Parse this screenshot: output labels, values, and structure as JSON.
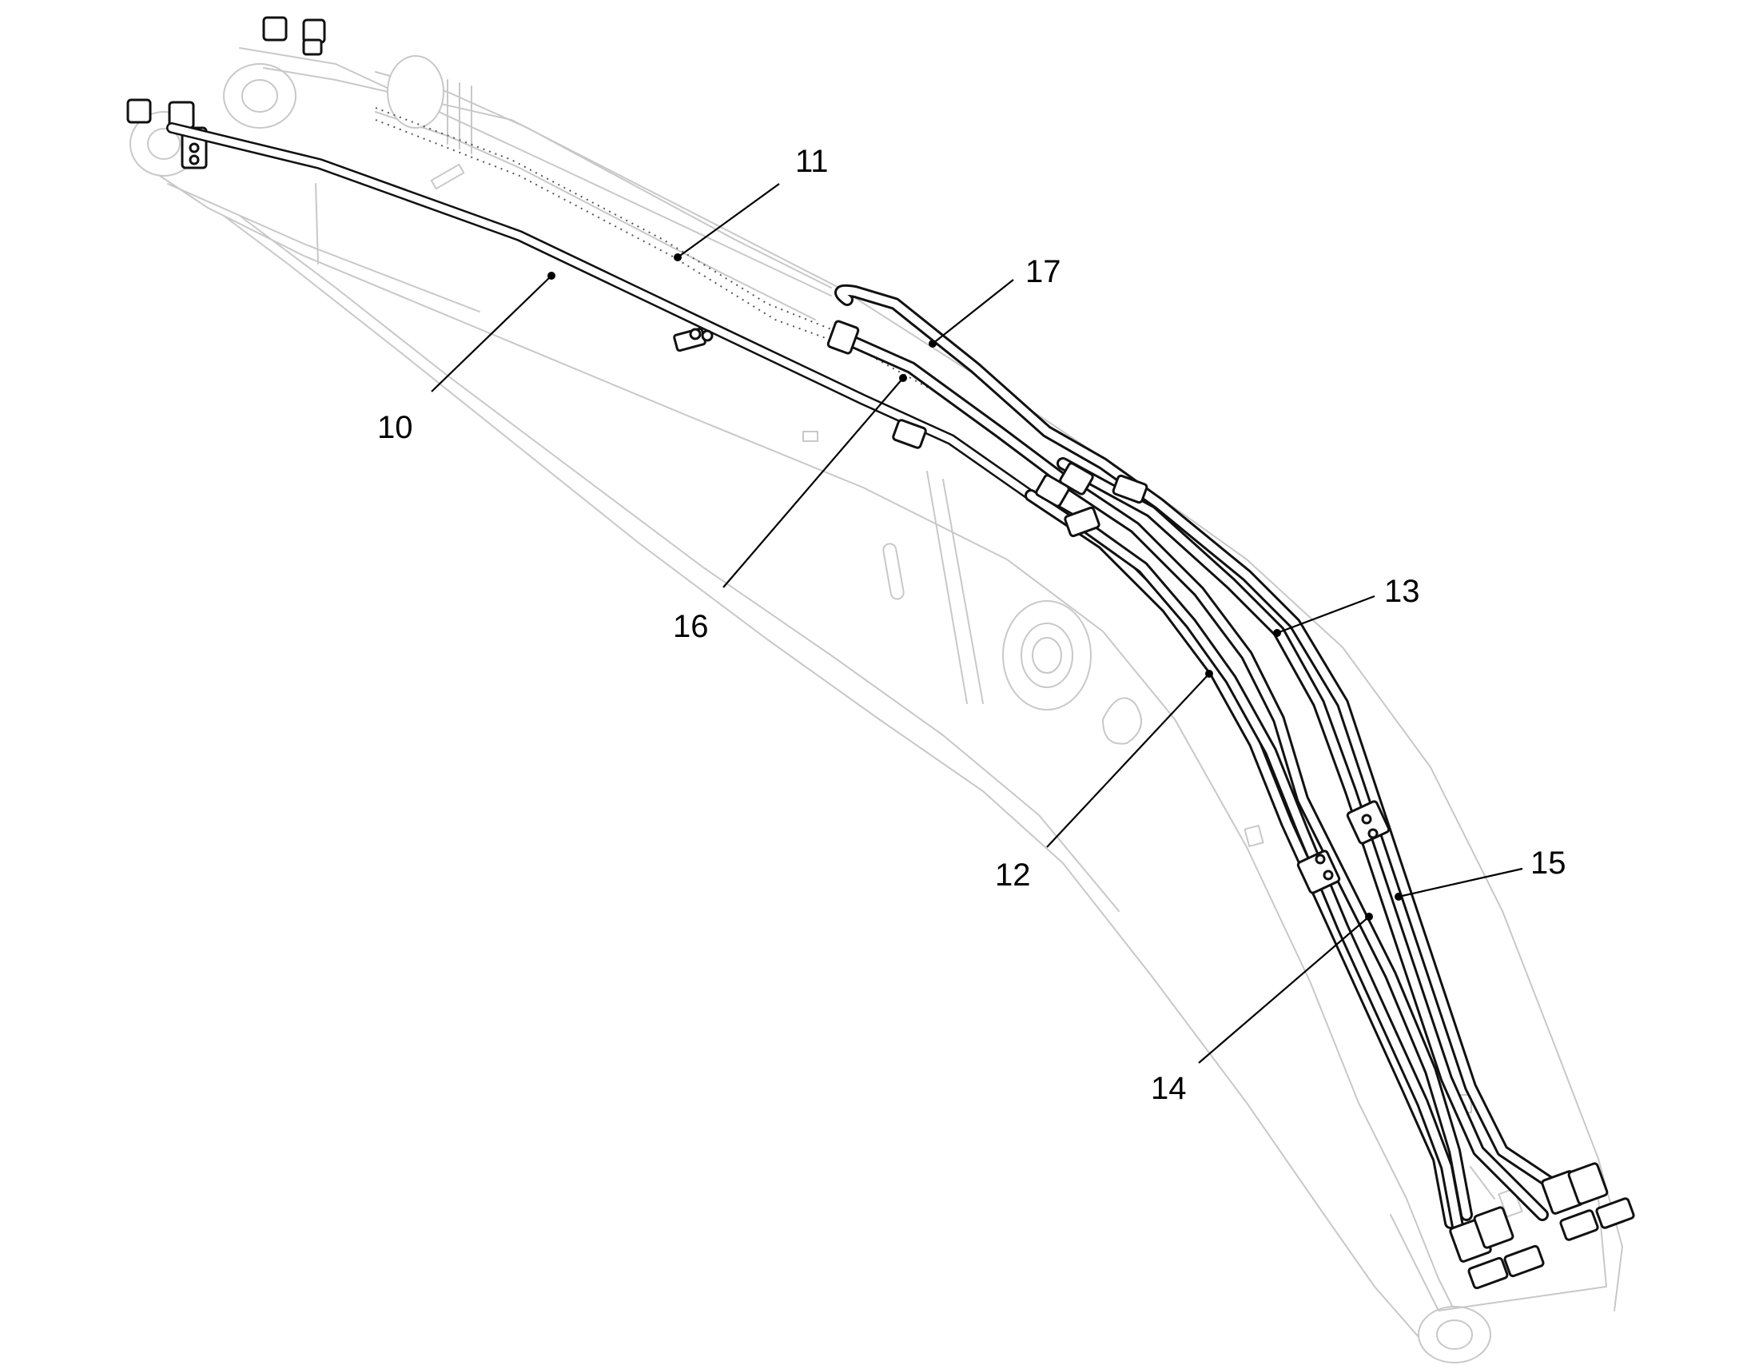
{
  "figure": {
    "callouts": [
      {
        "id": "10",
        "label": "10"
      },
      {
        "id": "11",
        "label": "11"
      },
      {
        "id": "12",
        "label": "12"
      },
      {
        "id": "13",
        "label": "13"
      },
      {
        "id": "14",
        "label": "14"
      },
      {
        "id": "15",
        "label": "15"
      },
      {
        "id": "16",
        "label": "16"
      },
      {
        "id": "17",
        "label": "17"
      }
    ]
  },
  "colors": {
    "line": "#111111",
    "ghost": "#c8c8c8",
    "background": "#ffffff"
  }
}
